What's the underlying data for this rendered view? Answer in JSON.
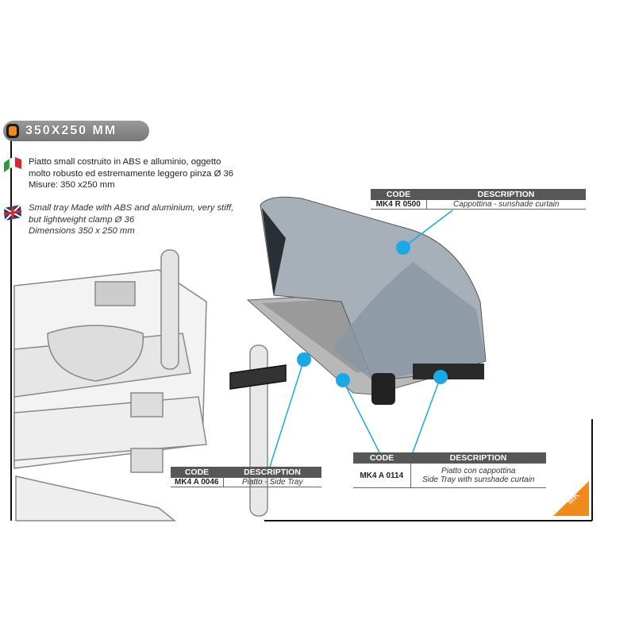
{
  "header": {
    "title": "350X250 MM"
  },
  "description": {
    "italian": [
      "Piatto small costruito in ABS e alluminio, oggetto",
      "molto robusto ed estremamente leggero pinza Ø 36",
      "Misure: 350 x250 mm"
    ],
    "english": [
      "Small tray Made with ABS and aluminium, very stiff,",
      "but lightweight clamp Ø 36",
      "Dimensions 350 x 250 mm"
    ]
  },
  "tables": [
    {
      "headers": [
        "CODE",
        "DESCRIPTION"
      ],
      "code": "MK4 R 0500",
      "desc": [
        "Cappottina - sunshade curtain"
      ]
    },
    {
      "headers": [
        "CODE",
        "DESCRIPTION"
      ],
      "code": "MK4 A 0046",
      "desc": [
        "Piatto - Side Tray"
      ]
    },
    {
      "headers": [
        "CODE",
        "DESCRIPTION"
      ],
      "code": "MK4 A 0114",
      "desc": [
        "Piatto con cappottina",
        "Side Tray with sunshade curtain"
      ]
    }
  ],
  "brand": {
    "logo": "MK",
    "accent": "#f08a1c",
    "callout": "#1ba9e6"
  }
}
